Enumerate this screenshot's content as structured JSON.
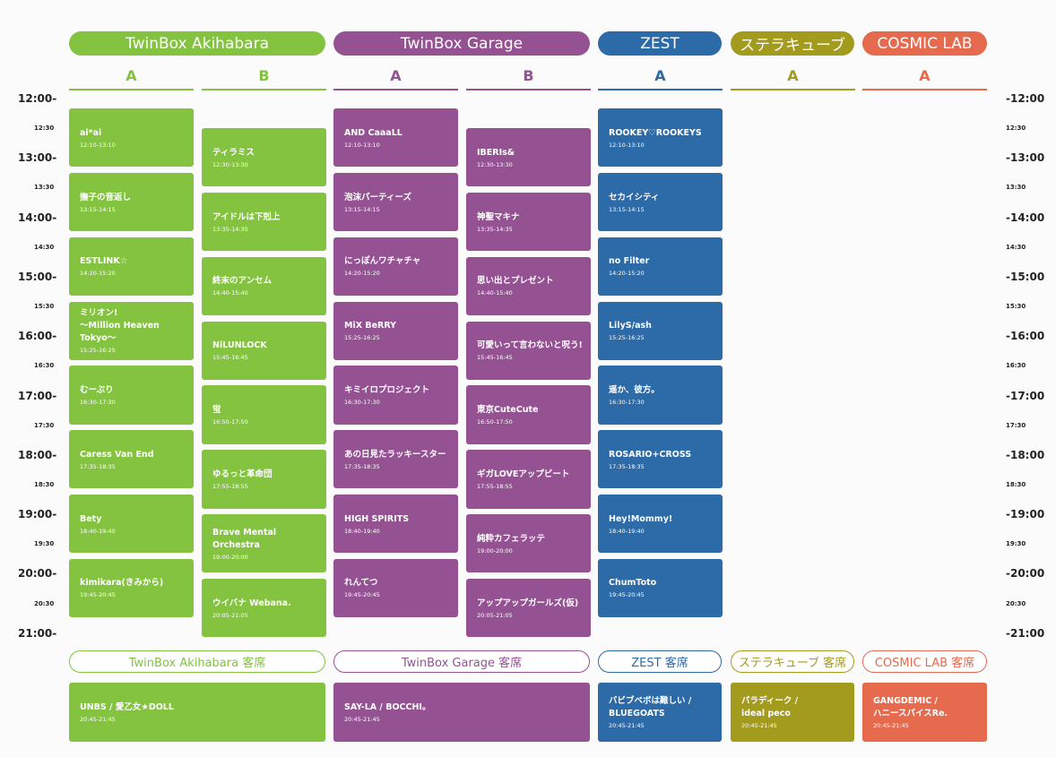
{
  "colors": {
    "akiba": "#83c33f",
    "garage": "#955293",
    "zest": "#2c6aa8",
    "stella": "#a39b1d",
    "cosmic": "#e66a4e"
  },
  "venues": [
    {
      "key": "akiba",
      "name": "TwinBox Akihabara"
    },
    {
      "key": "garage",
      "name": "TwinBox Garage"
    },
    {
      "key": "zest",
      "name": "ZEST"
    },
    {
      "key": "stella",
      "name": "ステラキューブ"
    },
    {
      "key": "cosmic",
      "name": "COSMIC LAB"
    }
  ],
  "stages": [
    {
      "color": "akiba",
      "label": "A"
    },
    {
      "color": "akiba",
      "label": "B"
    },
    {
      "color": "garage",
      "label": "A"
    },
    {
      "color": "garage",
      "label": "B"
    },
    {
      "color": "zest",
      "label": "A"
    },
    {
      "color": "stella",
      "label": "A"
    },
    {
      "color": "cosmic",
      "label": "A"
    }
  ],
  "timeline_left": [
    "12:00-",
    "12:30",
    "13:00-",
    "13:30",
    "14:00-",
    "14:30",
    "15:00-",
    "15:30",
    "16:00-",
    "16:30",
    "17:00-",
    "17:30",
    "18:00-",
    "18:30",
    "19:00-",
    "19:30",
    "20:00-",
    "20:30",
    "21:00-"
  ],
  "timeline_right": [
    "-12:00",
    "12:30",
    "-13:00",
    "13:30",
    "-14:00",
    "14:30",
    "-15:00",
    "15:30",
    "-16:00",
    "16:30",
    "-17:00",
    "17:30",
    "-18:00",
    "18:30",
    "-19:00",
    "19:30",
    "-20:00",
    "20:30",
    "-21:00"
  ],
  "schedule": [
    {
      "stage": 0,
      "start": "12:10",
      "end": "13:10",
      "name": "ai*ai",
      "time": "12:10-13:10"
    },
    {
      "stage": 0,
      "start": "13:15",
      "end": "14:15",
      "name": "撫子の音返し",
      "time": "13:15-14:15"
    },
    {
      "stage": 0,
      "start": "14:20",
      "end": "15:20",
      "name": "ESTLINK☆",
      "time": "14:20-15:20"
    },
    {
      "stage": 0,
      "start": "15:25",
      "end": "16:25",
      "name": "ミリオン!\n〜Million Heaven Tokyo〜",
      "time": "15:25-16:25"
    },
    {
      "stage": 0,
      "start": "16:30",
      "end": "17:30",
      "name": "むーぶり",
      "time": "16:30-17:30"
    },
    {
      "stage": 0,
      "start": "17:35",
      "end": "18:35",
      "name": "Caress Van End",
      "time": "17:35-18:35"
    },
    {
      "stage": 0,
      "start": "18:40",
      "end": "19:40",
      "name": "Bety",
      "time": "18:40-19:40"
    },
    {
      "stage": 0,
      "start": "19:45",
      "end": "20:45",
      "name": "kimikara(きみから)",
      "time": "19:45-20:45"
    },
    {
      "stage": 1,
      "start": "12:30",
      "end": "13:30",
      "name": "ティラミス",
      "time": "12:30-13:30"
    },
    {
      "stage": 1,
      "start": "13:35",
      "end": "14:35",
      "name": "アイドルは下剋上",
      "time": "13:35-14:35"
    },
    {
      "stage": 1,
      "start": "14:40",
      "end": "15:40",
      "name": "終末のアンセム",
      "time": "14:40-15:40"
    },
    {
      "stage": 1,
      "start": "15:45",
      "end": "16:45",
      "name": "NiLUNLOCK",
      "time": "15:45-16:45"
    },
    {
      "stage": 1,
      "start": "16:50",
      "end": "17:50",
      "name": "蛍",
      "time": "16:50-17:50"
    },
    {
      "stage": 1,
      "start": "17:55",
      "end": "18:55",
      "name": "ゆるっと革命団",
      "time": "17:55-18:55"
    },
    {
      "stage": 1,
      "start": "19:00",
      "end": "20:00",
      "name": "Brave Mental Orchestra",
      "time": "19:00-20:00"
    },
    {
      "stage": 1,
      "start": "20:05",
      "end": "21:05",
      "name": "ウイバナ Webana.",
      "time": "20:05-21:05"
    },
    {
      "stage": 2,
      "start": "12:10",
      "end": "13:10",
      "name": "AND CaaaLL",
      "time": "12:10-13:10"
    },
    {
      "stage": 2,
      "start": "13:15",
      "end": "14:15",
      "name": "泡沫パーティーズ",
      "time": "13:15-14:15"
    },
    {
      "stage": 2,
      "start": "14:20",
      "end": "15:20",
      "name": "にっぽんワチャチャ",
      "time": "14:20-15:20"
    },
    {
      "stage": 2,
      "start": "15:25",
      "end": "16:25",
      "name": "MiX BeRRY",
      "time": "15:25-16:25"
    },
    {
      "stage": 2,
      "start": "16:30",
      "end": "17:30",
      "name": "キミイロプロジェクト",
      "time": "16:30-17:30"
    },
    {
      "stage": 2,
      "start": "17:35",
      "end": "18:35",
      "name": "あの日見たラッキースター",
      "time": "17:35-18:35"
    },
    {
      "stage": 2,
      "start": "18:40",
      "end": "19:40",
      "name": "HIGH SPIRITS",
      "time": "18:40-19:40"
    },
    {
      "stage": 2,
      "start": "19:45",
      "end": "20:45",
      "name": "れんてつ",
      "time": "19:45-20:45"
    },
    {
      "stage": 3,
      "start": "12:30",
      "end": "13:30",
      "name": "IBERIs&",
      "time": "12:30-13:30"
    },
    {
      "stage": 3,
      "start": "13:35",
      "end": "14:35",
      "name": "神聖マキナ",
      "time": "13:35-14:35"
    },
    {
      "stage": 3,
      "start": "14:40",
      "end": "15:40",
      "name": "思い出とプレゼント",
      "time": "14:40-15:40"
    },
    {
      "stage": 3,
      "start": "15:45",
      "end": "16:45",
      "name": "可愛いって言わないと呪う!",
      "time": "15:45-16:45"
    },
    {
      "stage": 3,
      "start": "16:50",
      "end": "17:50",
      "name": "東京CuteCute",
      "time": "16:50-17:50"
    },
    {
      "stage": 3,
      "start": "17:55",
      "end": "18:55",
      "name": "ギガLOVEアップビート",
      "time": "17:55-18:55"
    },
    {
      "stage": 3,
      "start": "19:00",
      "end": "20:00",
      "name": "純粋カフェラッテ",
      "time": "19:00-20:00"
    },
    {
      "stage": 3,
      "start": "20:05",
      "end": "21:05",
      "name": "アップアップガールズ(仮)",
      "time": "20:05-21:05"
    },
    {
      "stage": 4,
      "start": "12:10",
      "end": "13:10",
      "name": "ROOKEY♡ROOKEYS",
      "time": "12:10-13:10"
    },
    {
      "stage": 4,
      "start": "13:15",
      "end": "14:15",
      "name": "セカイシティ",
      "time": "13:15-14:15"
    },
    {
      "stage": 4,
      "start": "14:20",
      "end": "15:20",
      "name": "no Filter",
      "time": "14:20-15:20"
    },
    {
      "stage": 4,
      "start": "15:25",
      "end": "16:25",
      "name": "LilyS/ash",
      "time": "15:25-16:25"
    },
    {
      "stage": 4,
      "start": "16:30",
      "end": "17:30",
      "name": "遥か、彼方。",
      "time": "16:30-17:30"
    },
    {
      "stage": 4,
      "start": "17:35",
      "end": "18:35",
      "name": "ROSARIO+CROSS",
      "time": "17:35-18:35"
    },
    {
      "stage": 4,
      "start": "18:40",
      "end": "19:40",
      "name": "Hey!Mommy!",
      "time": "18:40-19:40"
    },
    {
      "stage": 4,
      "start": "19:45",
      "end": "20:45",
      "name": "ChumToto",
      "time": "19:45-20:45"
    }
  ],
  "audience_headers": [
    {
      "color": "akiba",
      "label": "TwinBox Akihabara 客席"
    },
    {
      "color": "garage",
      "label": "TwinBox Garage 客席"
    },
    {
      "color": "zest",
      "label": "ZEST 客席"
    },
    {
      "color": "stella",
      "label": "ステラキューブ 客席"
    },
    {
      "color": "cosmic",
      "label": "COSMIC LAB 客席"
    }
  ],
  "audience_slots": [
    {
      "color": "akiba",
      "name": "UNBS / 愛乙女★DOLL",
      "time": "20:45-21:45"
    },
    {
      "color": "garage",
      "name": "SAY-LA / BOCCHI。",
      "time": "20:45-21:45"
    },
    {
      "color": "zest",
      "name": "バビブベボは難しい /\nBLUEGOATS",
      "time": "20:45-21:45"
    },
    {
      "color": "stella",
      "name": "パラディーク /\nideal peco",
      "time": "20:45-21:45"
    },
    {
      "color": "cosmic",
      "name": "GANGDEMIC /\nハニースパイスRe.",
      "time": "20:45-21:45"
    }
  ]
}
